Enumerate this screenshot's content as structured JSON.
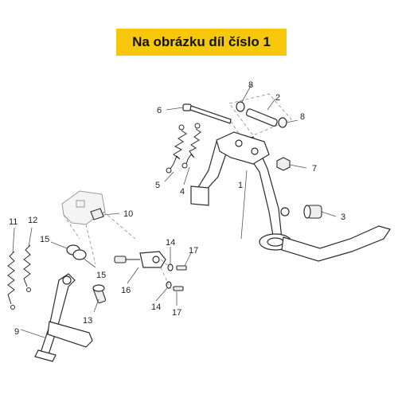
{
  "banner": {
    "text": "Na obrázku díl číslo 1",
    "color": "#f7c70b"
  },
  "callouts": [
    "1",
    "2",
    "3",
    "4",
    "5",
    "6",
    "7",
    "8",
    "8",
    "9",
    "10",
    "11",
    "12",
    "13",
    "14",
    "14",
    "15",
    "15",
    "16",
    "17",
    "17"
  ]
}
